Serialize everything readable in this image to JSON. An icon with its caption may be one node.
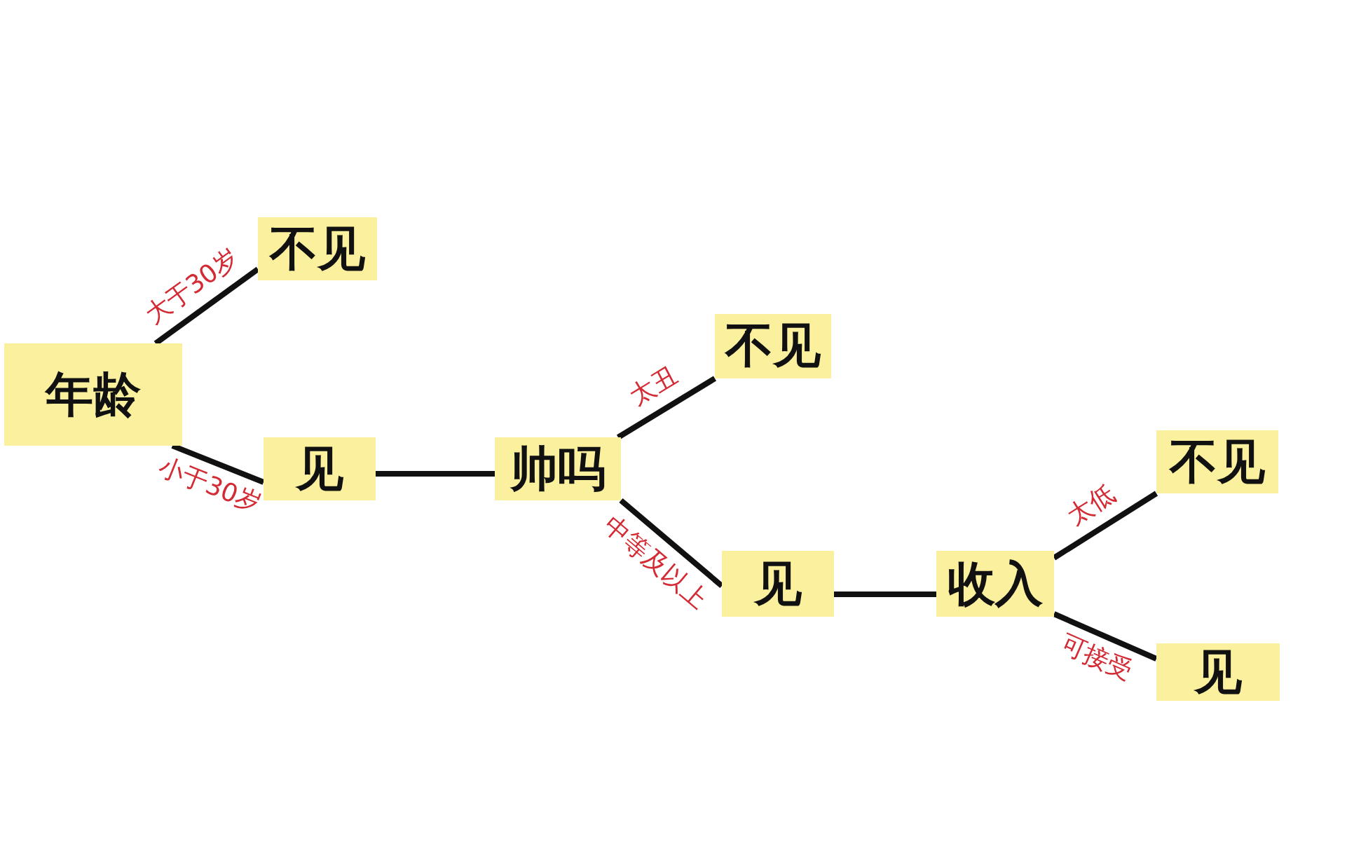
{
  "diagram": {
    "nodes": [
      {
        "text": [
          "年龄"
        ]
      },
      {
        "text": [
          "不见"
        ]
      },
      {
        "text": [
          "见"
        ]
      },
      {
        "text": [
          "帅吗"
        ]
      },
      {
        "text": [
          "不见"
        ]
      },
      {
        "text": [
          "见"
        ]
      },
      {
        "text": [
          "收入"
        ]
      },
      {
        "text": [
          "不见"
        ]
      },
      {
        "text": [
          "见"
        ]
      }
    ],
    "edges": [
      {
        "from": 0,
        "to": 1,
        "arrow": "none",
        "label": "大于30岁"
      },
      {
        "from": 0,
        "to": 2,
        "arrow": "none",
        "label": "小于30岁"
      },
      {
        "from": 2,
        "to": 3,
        "arrow": "none"
      },
      {
        "from": 3,
        "to": 4,
        "arrow": "none",
        "label": "太丑"
      },
      {
        "from": 3,
        "to": 5,
        "arrow": "none",
        "label": "中等及以上"
      },
      {
        "from": 5,
        "to": 6,
        "arrow": "none"
      },
      {
        "from": 6,
        "to": 7,
        "arrow": "none",
        "label": "太低"
      },
      {
        "from": 6,
        "to": 8,
        "arrow": "none",
        "label": "可接受"
      }
    ]
  }
}
